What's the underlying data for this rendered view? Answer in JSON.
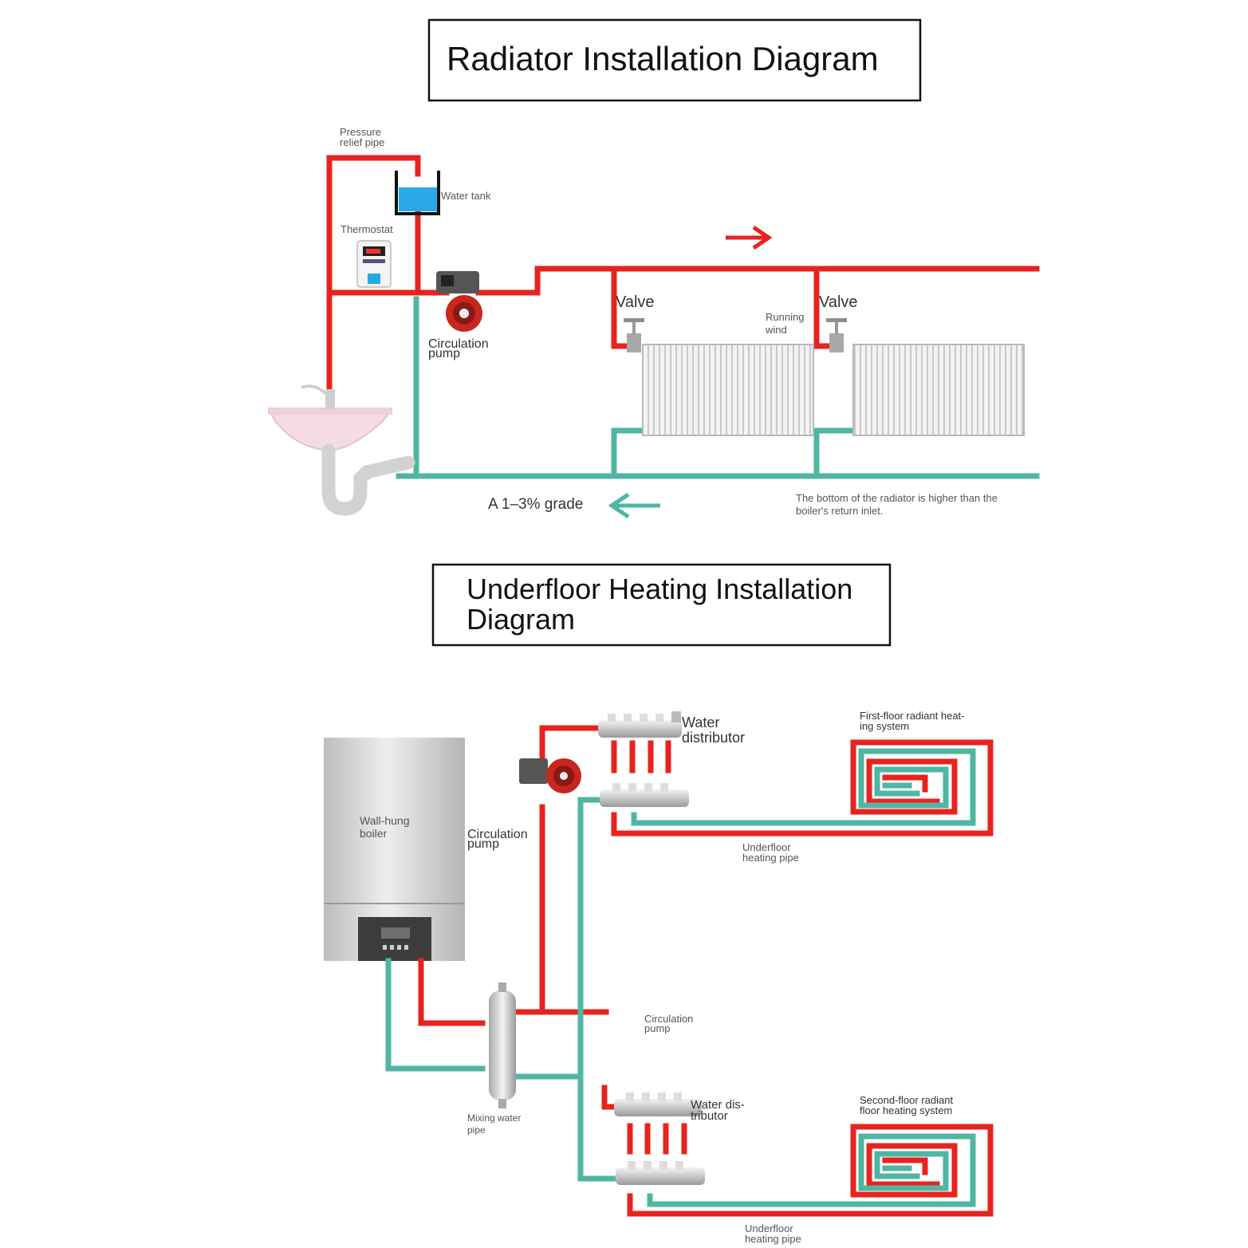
{
  "radiator": {
    "title": "Radiator Installation Diagram",
    "labels": {
      "pressure_relief_1": "Pressure",
      "pressure_relief_2": "relief pipe",
      "water_tank": "Water tank",
      "thermostat": "Thermostat",
      "circulation_pump_1": "Circulation",
      "circulation_pump_2": "pump",
      "valve_1": "Valve",
      "valve_2": "Valve",
      "running_wind_1": "Running",
      "running_wind_2": "wind",
      "grade": "A 1–3% grade",
      "note_1": "The bottom of the radiator is higher than the",
      "note_2": "boiler's return inlet."
    }
  },
  "underfloor": {
    "title_line1": "Underfloor Heating Installation",
    "title_line2": "Diagram",
    "labels": {
      "boiler_1": "Wall-hung",
      "boiler_2": "boiler",
      "pump_top_1": "Circulation",
      "pump_top_2": "pump",
      "distributor_top_1": "Water",
      "distributor_top_2": "distributor",
      "first_floor_1": "First-floor radiant heat-",
      "first_floor_2": "ing system",
      "pipe_top_1": "Underfloor",
      "pipe_top_2": "heating pipe",
      "pump_mid_1": "Circulation",
      "pump_mid_2": "pump",
      "mixing_1": "Mixing water",
      "mixing_2": "pipe",
      "distributor_bottom_1": "Water dis-",
      "distributor_bottom_2": "tributor",
      "second_floor_1": "Second-floor radiant",
      "second_floor_2": "floor heating system",
      "pipe_bottom_1": "Underfloor",
      "pipe_bottom_2": "heating pipe"
    }
  },
  "colors": {
    "supply": "#e8231f",
    "return": "#4fb6a3"
  }
}
